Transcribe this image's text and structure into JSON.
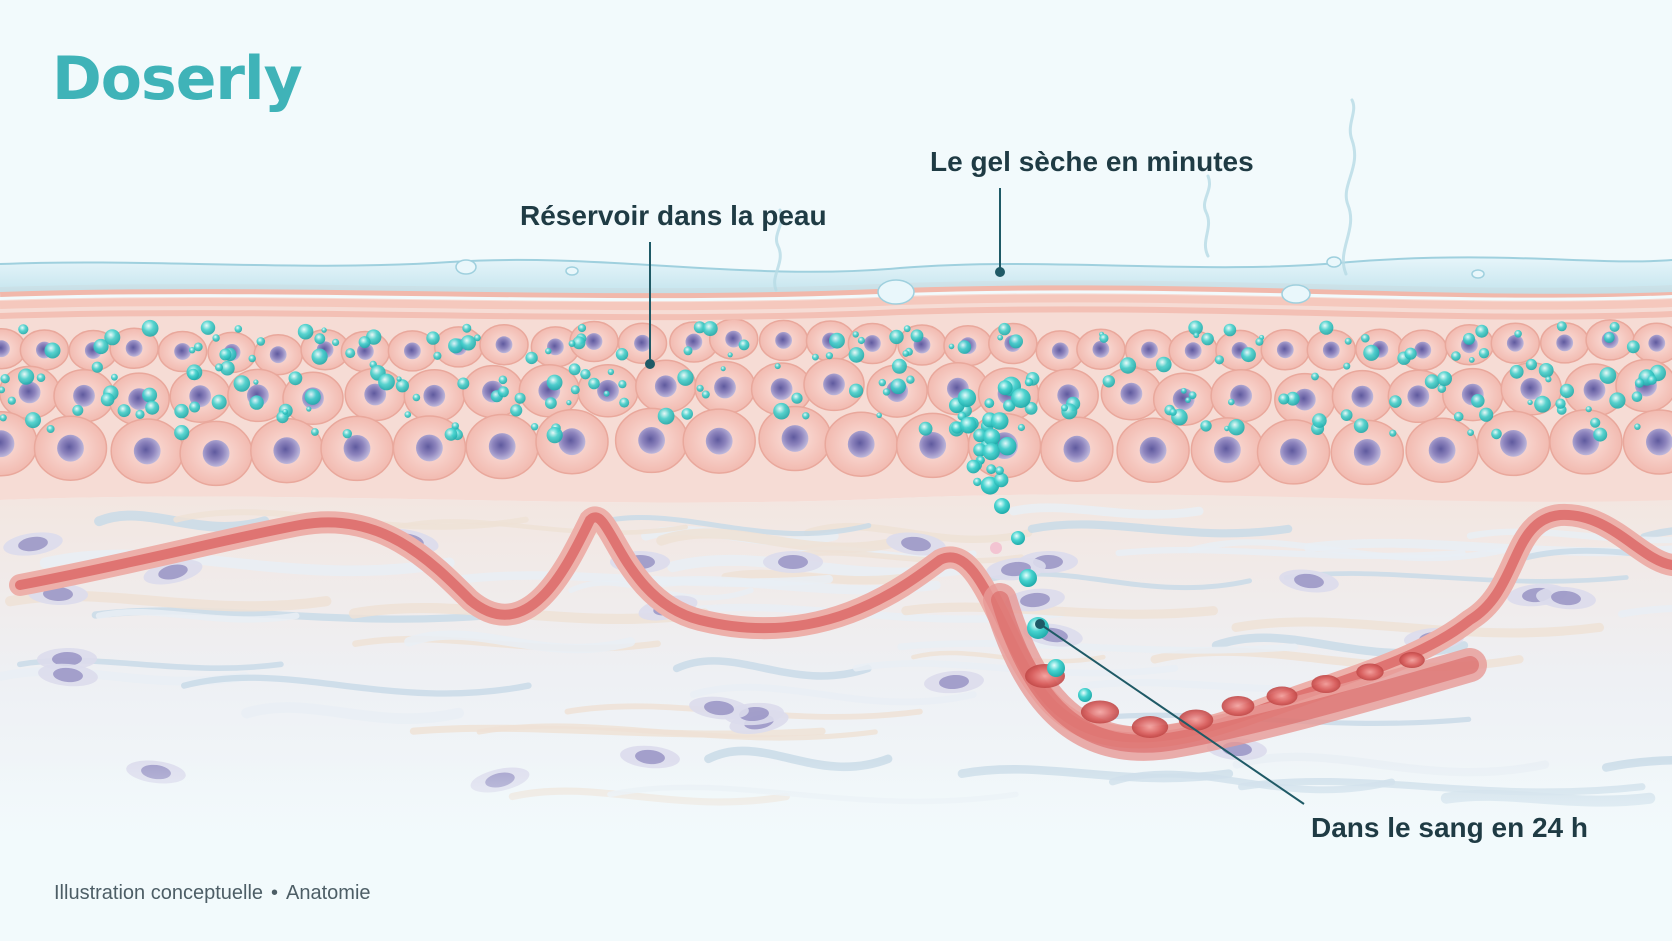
{
  "brand": {
    "name": "Doserly",
    "color": "#3fb3b8"
  },
  "callouts": {
    "gel": "Le gel sèche en minutes",
    "reservoir": "Réservoir dans la peau",
    "blood": "Dans le sang en 24 h"
  },
  "footer": {
    "caption": "Illustration conceptuelle",
    "separator": "•",
    "category": "Anatomie"
  },
  "colors": {
    "background": "#f2fafc",
    "gel": "#cfe9f1",
    "epidermis_cell": "#f7c6bd",
    "nucleus": "#8d84bd",
    "droplet": "#46d3cf",
    "vessel": "#d9605f",
    "callout_line": "#1f5a66"
  }
}
